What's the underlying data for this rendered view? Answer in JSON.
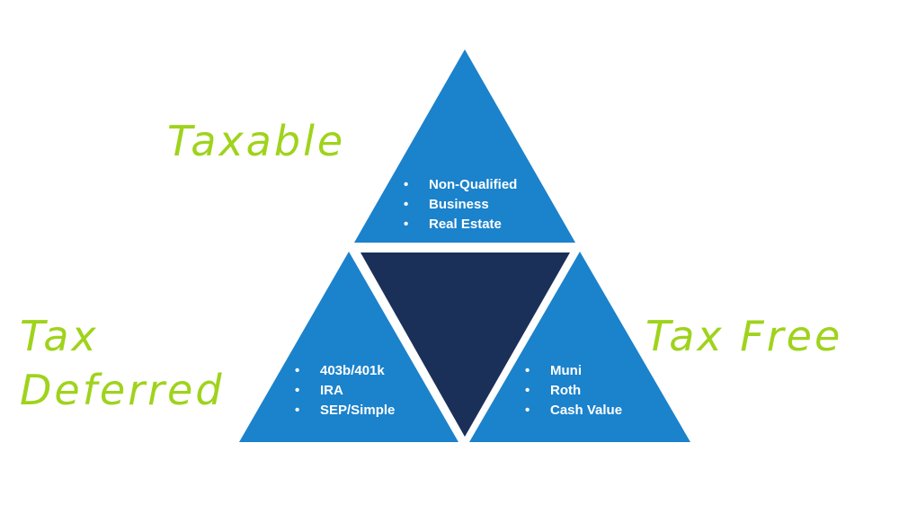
{
  "colors": {
    "triangle_blue": "#1b82cc",
    "triangle_dark": "#1b3059",
    "label_green": "#9fd31c"
  },
  "labels": {
    "taxable": "Taxable",
    "tax_deferred_line1": "Tax",
    "tax_deferred_line2": "Deferred",
    "tax_free": "Tax Free"
  },
  "triangles": {
    "top": {
      "items": [
        "Non-Qualified",
        "Business",
        "Real Estate"
      ]
    },
    "left": {
      "items": [
        "403b/401k",
        "IRA",
        "SEP/Simple"
      ]
    },
    "right": {
      "items": [
        "Muni",
        "Roth",
        "Cash Value"
      ]
    }
  }
}
